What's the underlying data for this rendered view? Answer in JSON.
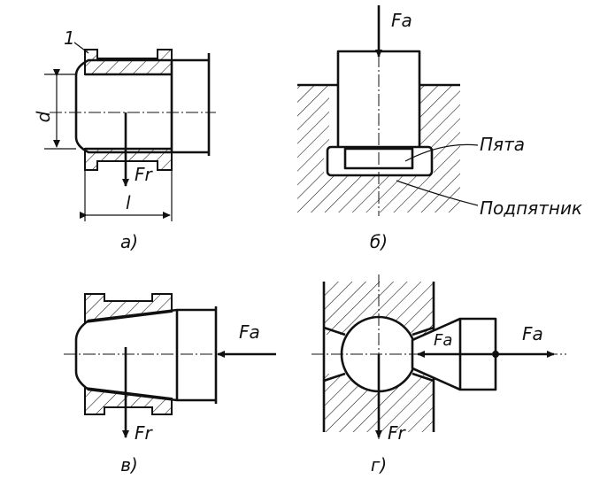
{
  "figure": {
    "panels": [
      {
        "id": "a",
        "caption": "а)",
        "labels": {
          "part_number": "1",
          "diameter": "d",
          "length": "l",
          "force": "Fr"
        }
      },
      {
        "id": "b",
        "caption": "б)",
        "labels": {
          "force": "Fa",
          "heel": "Пята",
          "thrust_bearing": "Подпятник"
        }
      },
      {
        "id": "v",
        "caption": "в)",
        "labels": {
          "axial_force": "Fa",
          "radial_force": "Fr"
        }
      },
      {
        "id": "g",
        "caption": "г)",
        "labels": {
          "axial_force_left": "Fa",
          "axial_force_right": "Fa",
          "radial_force": "Fr"
        }
      }
    ]
  }
}
